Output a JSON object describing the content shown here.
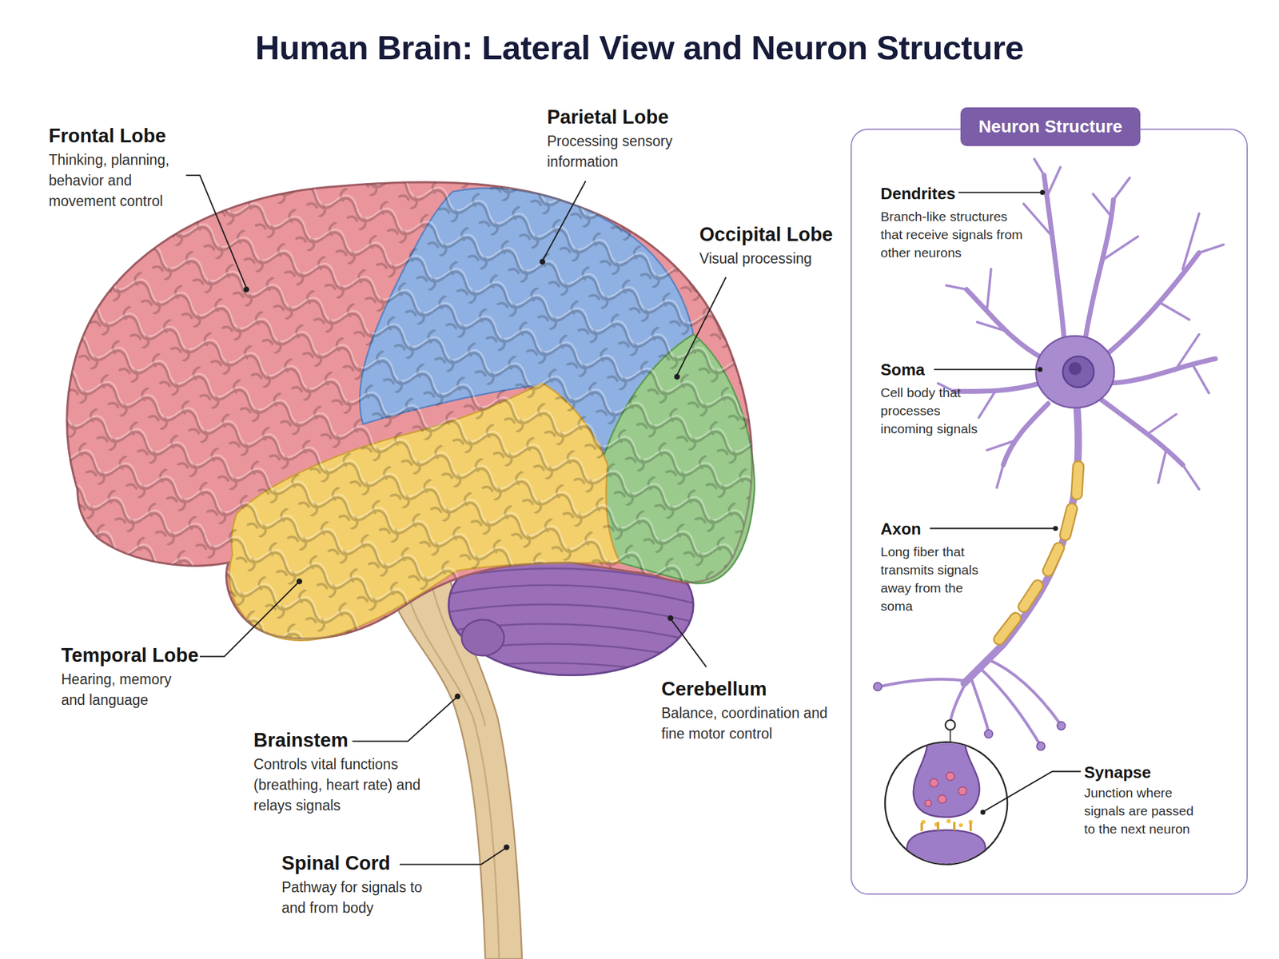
{
  "diagram": {
    "title": "Human Brain: Lateral View and Neuron Structure",
    "nodes": [
      {
        "text": [
          "Neuron Structure",
          "Dendrites",
          "Branch-like structures that receive signals from other neurons",
          "Soma",
          "Cell body that processes incoming signals",
          "Axon",
          "Long fiber that transmits signals away from the soma",
          "Synapse",
          "Junction where signals are passed to the next neuron"
        ]
      }
    ],
    "labels": [
      "Frontal Lobe",
      "Thinking, planning, behavior and movement control",
      "Parietal Lobe",
      "Processing sensory information",
      "Occipital Lobe",
      "Visual processing",
      "Temporal Lobe",
      "Hearing, memory and language",
      "Cerebellum",
      "Balance, coordination and fine motor control",
      "Brainstem",
      "Controls vital functions (breathing, heart rate) and relays signals",
      "Spinal Cord",
      "Pathway for signals to and from body"
    ]
  }
}
